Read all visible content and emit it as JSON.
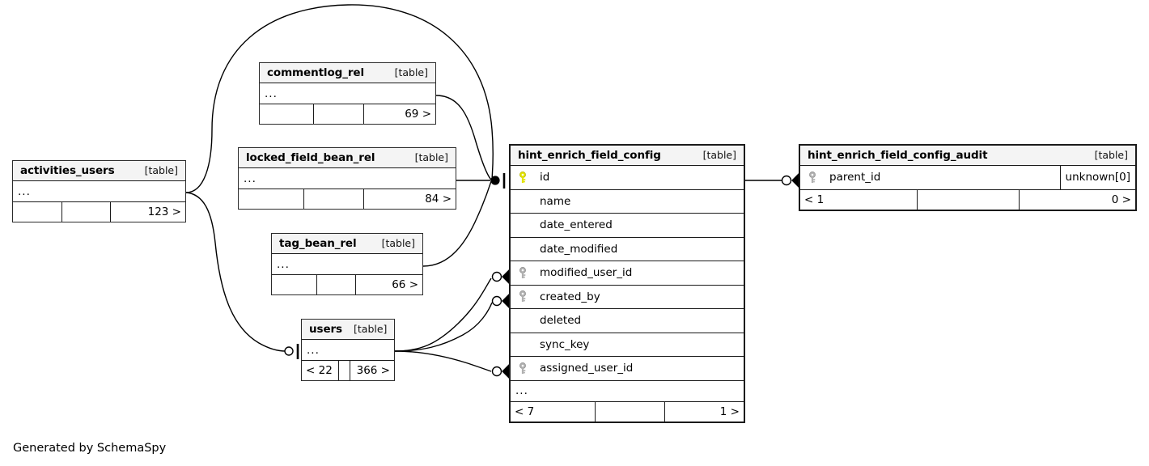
{
  "diagram": {
    "caption": "Generated by SchemaSpy",
    "table_tag": "[table]",
    "ellipsis": "...",
    "colors": {
      "primary_key": "#e3e300",
      "foreign_key": "#b0b0b0",
      "header_background": "#f4f4f4",
      "border": "#1a1a1a",
      "page_background": "#ffffff"
    }
  },
  "tables": [
    {
      "id": "activities_users",
      "name": "activities_users",
      "tag": "[table]",
      "ellipsis": "...",
      "footer": {
        "left": "",
        "mid": "",
        "right": "123 >"
      }
    },
    {
      "id": "commentlog_rel",
      "name": "commentlog_rel",
      "tag": "[table]",
      "ellipsis": "...",
      "footer": {
        "left": "",
        "mid": "",
        "right": "69 >"
      }
    },
    {
      "id": "locked_field_bean_rel",
      "name": "locked_field_bean_rel",
      "tag": "[table]",
      "ellipsis": "...",
      "footer": {
        "left": "",
        "mid": "",
        "right": "84 >"
      }
    },
    {
      "id": "tag_bean_rel",
      "name": "tag_bean_rel",
      "tag": "[table]",
      "ellipsis": "...",
      "footer": {
        "left": "",
        "mid": "",
        "right": "66 >"
      }
    },
    {
      "id": "users",
      "name": "users",
      "tag": "[table]",
      "ellipsis": "...",
      "footer": {
        "left": "< 22",
        "mid": "",
        "right": "366 >"
      }
    },
    {
      "id": "hint_enrich_field_config",
      "name": "hint_enrich_field_config",
      "tag": "[table]",
      "ellipsis": "...",
      "columns": [
        {
          "name": "id",
          "key": "primary"
        },
        {
          "name": "name",
          "key": "none"
        },
        {
          "name": "date_entered",
          "key": "none"
        },
        {
          "name": "date_modified",
          "key": "none"
        },
        {
          "name": "modified_user_id",
          "key": "foreign"
        },
        {
          "name": "created_by",
          "key": "foreign"
        },
        {
          "name": "deleted",
          "key": "none"
        },
        {
          "name": "sync_key",
          "key": "none"
        },
        {
          "name": "assigned_user_id",
          "key": "foreign"
        }
      ],
      "footer": {
        "left": "< 7",
        "mid": "",
        "right": "1 >"
      }
    },
    {
      "id": "hint_enrich_field_config_audit",
      "name": "hint_enrich_field_config_audit",
      "tag": "[table]",
      "columns": [
        {
          "name": "parent_id",
          "key": "foreign",
          "type": "unknown[0]"
        }
      ],
      "footer": {
        "left": "< 1",
        "mid": "",
        "right": "0 >"
      }
    }
  ]
}
